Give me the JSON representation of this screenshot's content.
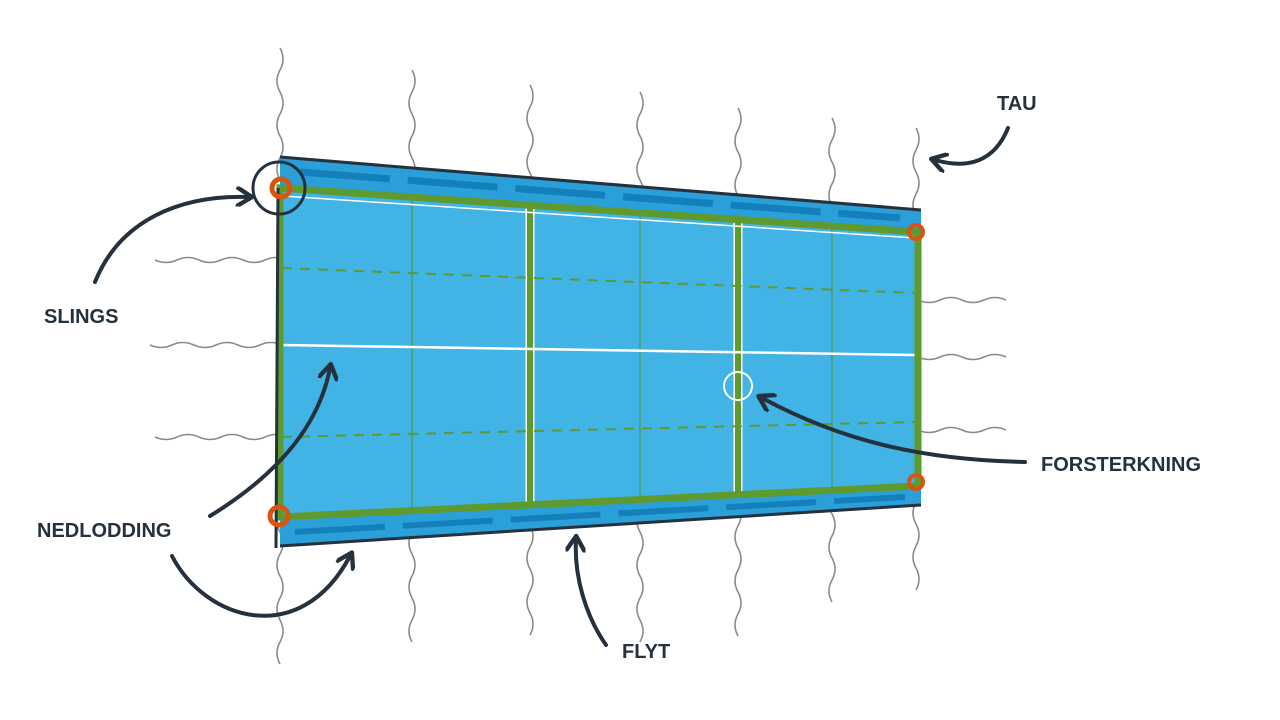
{
  "labels": {
    "tau": "TAU",
    "slings": "SLINGS",
    "nedlodding": "NEDLODDING",
    "forsterkning": "FORSTERKNING",
    "flyt": "FLYT"
  },
  "colors": {
    "net": "#41b3e4",
    "float": "#2196d3",
    "float_dark": "#1480bb",
    "frame": "#5f9a2e",
    "ring": "#d9540f",
    "rope": "#8a8a8a",
    "ink": "#25313d"
  }
}
